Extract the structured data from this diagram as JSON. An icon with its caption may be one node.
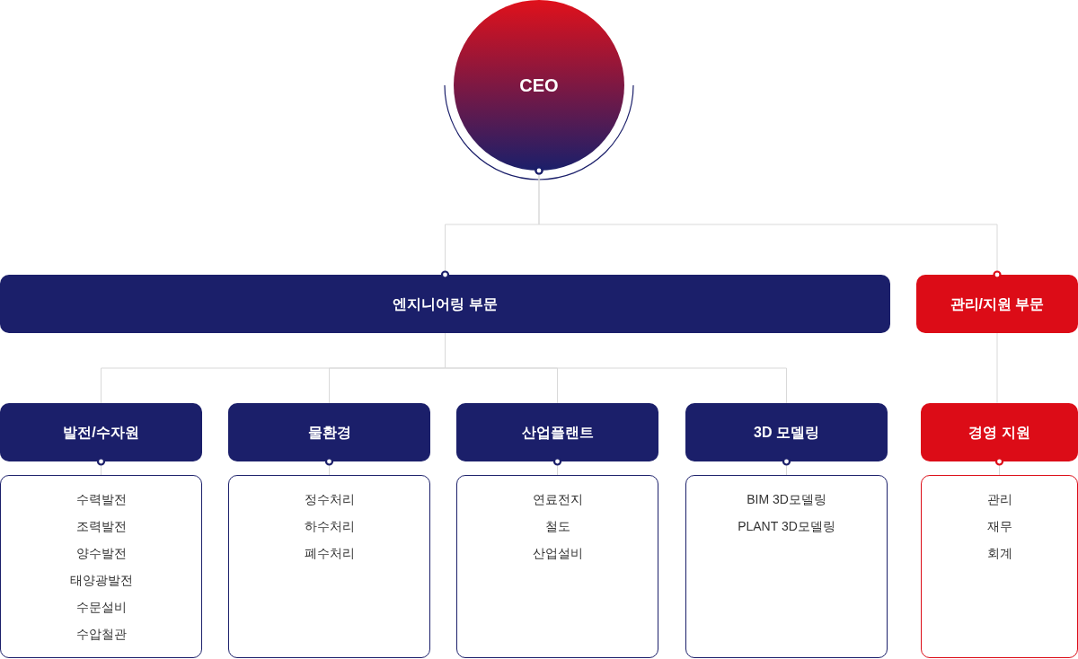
{
  "diagram": {
    "nodes": [
      {
        "text": [
          "CEO"
        ]
      },
      {
        "text": [
          "엔지니어링 부문"
        ]
      },
      {
        "text": [
          "관리/지원 부문"
        ]
      },
      {
        "text": [
          "발전/수자원"
        ]
      },
      {
        "text": [
          "물환경"
        ]
      },
      {
        "text": [
          "산업플랜트"
        ]
      },
      {
        "text": [
          "3D 모델링"
        ]
      },
      {
        "text": [
          "경영 지원"
        ]
      },
      {
        "text": [
          "수력발전",
          "조력발전",
          "양수발전",
          "태양광발전",
          "수문설비",
          "수압철관"
        ]
      },
      {
        "text": [
          "정수처리",
          "하수처리",
          "폐수처리"
        ]
      },
      {
        "text": [
          "연료전지",
          "철도",
          "산업설비"
        ]
      },
      {
        "text": [
          "BIM 3D모델링",
          "PLANT 3D모델링"
        ]
      },
      {
        "text": [
          "관리",
          "재무",
          "회계"
        ]
      }
    ],
    "edges": [
      {
        "from": 0,
        "to": 1,
        "arrow": "other"
      },
      {
        "from": 0,
        "to": 2,
        "arrow": "other"
      },
      {
        "from": 1,
        "to": 3,
        "arrow": "none"
      },
      {
        "from": 1,
        "to": 4,
        "arrow": "none"
      },
      {
        "from": 1,
        "to": 5,
        "arrow": "none"
      },
      {
        "from": 1,
        "to": 6,
        "arrow": "none"
      },
      {
        "from": 2,
        "to": 7,
        "arrow": "none"
      },
      {
        "from": 3,
        "to": 8,
        "arrow": "other"
      },
      {
        "from": 4,
        "to": 9,
        "arrow": "other"
      },
      {
        "from": 5,
        "to": 10,
        "arrow": "other"
      },
      {
        "from": 6,
        "to": 11,
        "arrow": "other"
      },
      {
        "from": 7,
        "to": 12,
        "arrow": "other"
      }
    ]
  }
}
